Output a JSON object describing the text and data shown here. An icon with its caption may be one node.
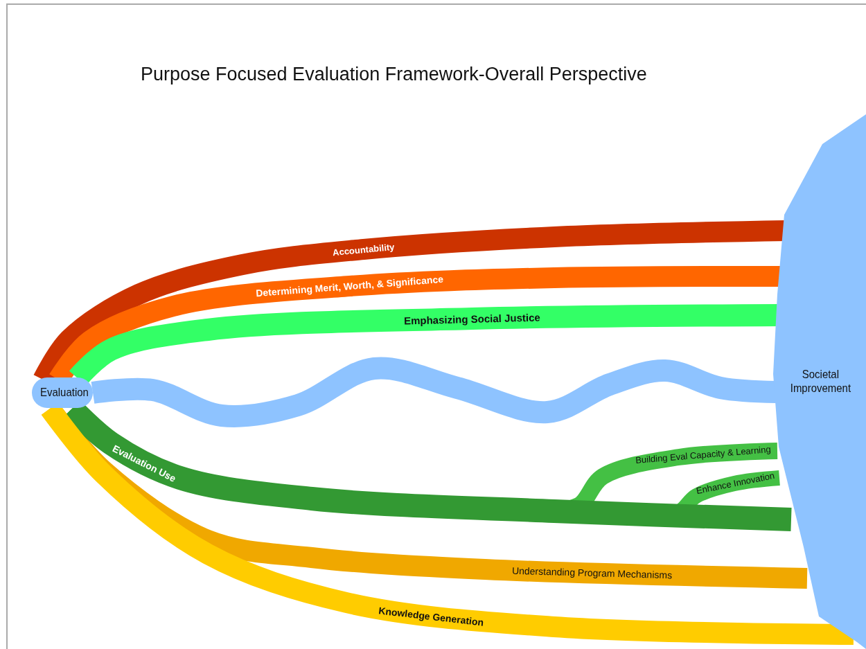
{
  "diagram": {
    "title": "Purpose Focused Evaluation Framework-Overall Perspective",
    "nodes": [
      {
        "text": [
          "Evaluation"
        ]
      },
      {
        "text": [
          "Societal Improvement"
        ]
      }
    ],
    "edges": [
      {
        "from": 0,
        "to": 1,
        "arrow": "none",
        "label": "Accountability",
        "color": "#cc3300"
      },
      {
        "from": 0,
        "to": 1,
        "arrow": "none",
        "label": "Determining Merit, Worth, &  Significance",
        "color": "#ff6600"
      },
      {
        "from": 0,
        "to": 1,
        "arrow": "none",
        "label": "Emphasizing Social Justice",
        "color": "#33ff66"
      },
      {
        "from": 0,
        "to": 1,
        "arrow": "none",
        "color": "#8ec3ff"
      },
      {
        "from": 0,
        "to": 1,
        "arrow": "none",
        "label": "Building Eval Capacity &  Learning",
        "color": "#44c044"
      },
      {
        "from": 0,
        "to": 1,
        "arrow": "none",
        "label": "Enhance Innovation",
        "color": "#44c044"
      },
      {
        "from": 0,
        "to": 1,
        "arrow": "none",
        "label": "Evaluation Use",
        "color": "#339933"
      },
      {
        "from": 0,
        "to": 1,
        "arrow": "none",
        "label": "Understanding Program Mechanisms",
        "color": "#f0a800"
      },
      {
        "from": 0,
        "to": 1,
        "arrow": "none",
        "label": "Knowledge Generation",
        "color": "#ffcc00"
      }
    ]
  }
}
